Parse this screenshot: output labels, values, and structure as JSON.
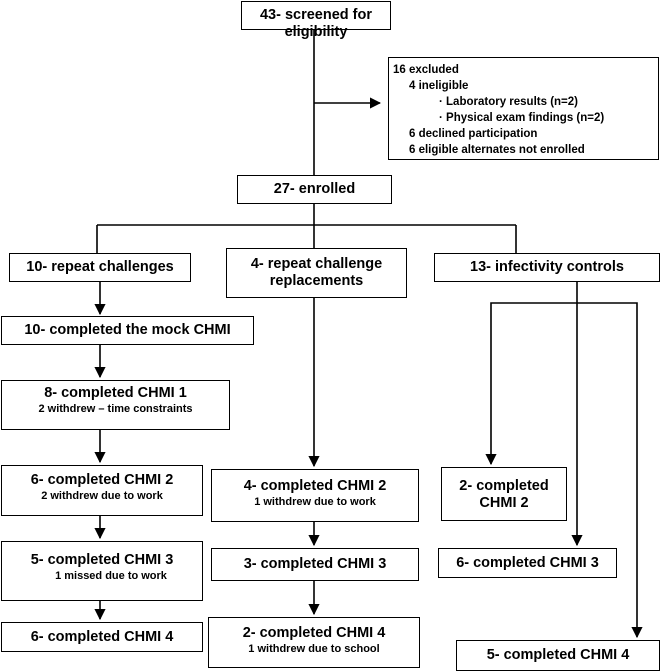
{
  "screened": {
    "label": "43- screened for eligibility"
  },
  "excluded": {
    "title": "16 excluded",
    "ineligible": "4 ineligible",
    "reasons": [
      "· Laboratory results (n=2)",
      "· Physical exam findings (n=2)"
    ],
    "declined": "6 declined participation",
    "alternates": "6 eligible alternates not enrolled"
  },
  "enrolled": {
    "label": "27- enrolled"
  },
  "repeat": {
    "header": "10- repeat challenges",
    "mock": "10- completed the mock CHMI",
    "chmi1": {
      "label": "8- completed CHMI 1",
      "note": "2 withdrew – time constraints"
    },
    "chmi2": {
      "label": "6- completed CHMI 2",
      "note": "2 withdrew due to work"
    },
    "chmi3": {
      "label": "5- completed CHMI 3",
      "note": "1 missed due to work"
    },
    "chmi4": {
      "label": "6- completed CHMI 4"
    }
  },
  "replacements": {
    "header_line1": "4- repeat challenge",
    "header_line2": "replacements",
    "chmi2": {
      "label": "4- completed CHMI 2",
      "note": "1 withdrew due to work"
    },
    "chmi3": {
      "label": "3- completed CHMI 3"
    },
    "chmi4": {
      "label": "2- completed CHMI 4",
      "note": "1 withdrew due to school"
    }
  },
  "controls": {
    "header": "13- infectivity controls",
    "chmi2_line1": "2- completed",
    "chmi2_line2": "CHMI 2",
    "chmi3": {
      "label": "6- completed CHMI 3"
    },
    "chmi4": {
      "label": "5- completed CHMI 4"
    }
  }
}
